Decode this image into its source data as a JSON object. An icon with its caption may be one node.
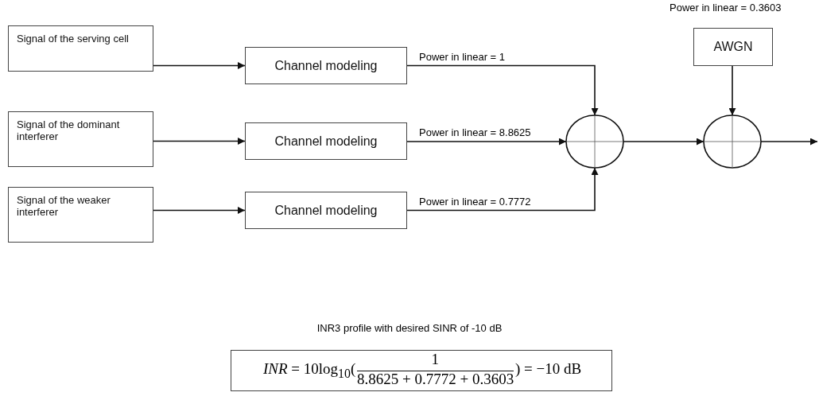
{
  "diagram": {
    "nodes": [
      {
        "text": [
          "Signal of the serving cell"
        ]
      },
      {
        "text": [
          "Channel modeling"
        ]
      },
      {
        "text": [
          "Signal of the dominant interferer"
        ]
      },
      {
        "text": [
          "Channel modeling"
        ]
      },
      {
        "text": [
          "Signal of the weaker interferer"
        ]
      },
      {
        "text": [
          "Channel modeling"
        ]
      },
      {
        "text": [
          "AWGN"
        ],
        "beside": [
          "Power in linear = 0.3603"
        ]
      },
      {
        "text": [],
        "shape": "circle"
      },
      {
        "text": [],
        "shape": "circle"
      },
      {
        "text": [
          "*INR* = 10log$_{10}$(",
          "1",
          "8.8625 + 0.7772 + 0.3603",
          ") = −10 dB"
        ]
      }
    ],
    "edges": [
      {
        "from": 0,
        "to": 1,
        "arrow": "to"
      },
      {
        "from": 2,
        "to": 3,
        "arrow": "to"
      },
      {
        "from": 4,
        "to": 5,
        "arrow": "to"
      },
      {
        "from": 1,
        "to": 7,
        "arrow": "to",
        "label": "Power in linear = 1"
      },
      {
        "from": 3,
        "to": 7,
        "arrow": "to",
        "label": "Power in linear = 8.8625"
      },
      {
        "from": 5,
        "to": 7,
        "arrow": "to",
        "label": "Power in linear = 0.7772"
      },
      {
        "from": 6,
        "to": 8,
        "arrow": "to"
      },
      {
        "from": 7,
        "to": 8,
        "arrow": "to"
      },
      {
        "from": 8,
        "to": null,
        "arrow": "to"
      }
    ],
    "labels": [
      "INR3 profile with desired SINR of -10 dB"
    ]
  }
}
